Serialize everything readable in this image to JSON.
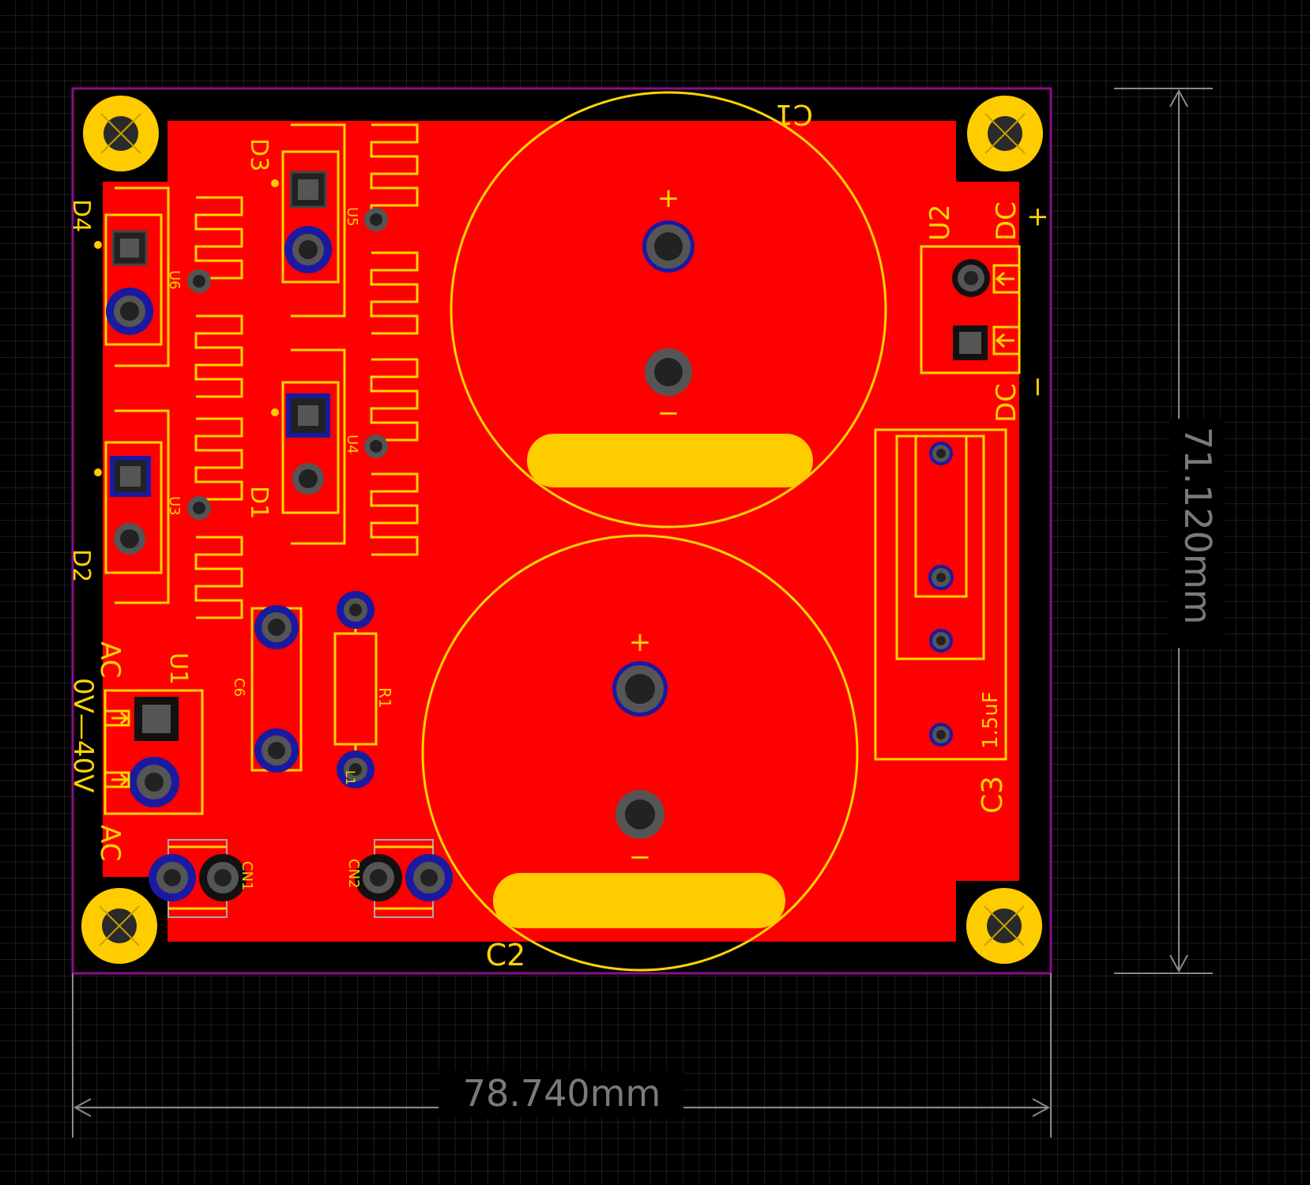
{
  "colors": {
    "background": "#000000",
    "grid": "#3a3a3a",
    "copper": "#ff0000",
    "silkscreen": "#ffd400",
    "via_ring": "#1a1aa0",
    "pad": "#555555",
    "board_outline": "#8a0e8a",
    "dimension": "#8a8a8a"
  },
  "dimensions": {
    "width": "78.740mm",
    "height": "71.120mm"
  },
  "designators": {
    "c1": "C1",
    "c2": "C2",
    "c3": "C3",
    "c3_value": "1.5uF",
    "c6": "C6",
    "d1": "D1",
    "d2": "D2",
    "d3": "D3",
    "d4": "D4",
    "u1": "U1",
    "u2": "U2",
    "u3": "U3",
    "u4": "U4",
    "u5": "U5",
    "u6": "U6",
    "r1": "R1",
    "cn1": "CN1",
    "cn2": "CN2",
    "l1": "L1"
  },
  "labels": {
    "dc_plus": "DC",
    "dc_minus": "DC",
    "plus": "+",
    "minus": "−",
    "ac_top": "AC",
    "ac_bottom": "AC",
    "voltage": "0V—40V"
  }
}
